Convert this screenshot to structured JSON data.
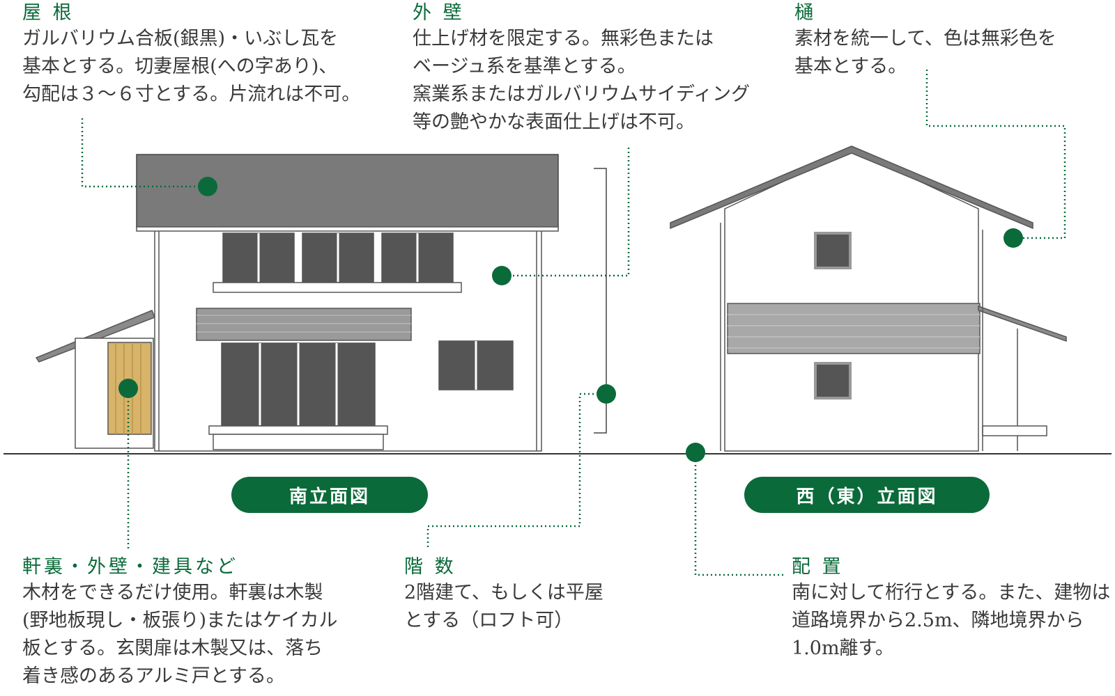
{
  "colors": {
    "accent": "#0b6a3a",
    "roof": "#7a7a7a",
    "window": "#555555",
    "wood": "#d7b46a",
    "wall": "#ffffff",
    "line": "#555555"
  },
  "labels": {
    "south": "南立面図",
    "west": "西（東）立面図"
  },
  "notes": {
    "roof": {
      "title": "屋 根",
      "lines": [
        "ガルバリウム合板(銀黒)・いぶし瓦を",
        "基本とする。切妻屋根(への字あり)、",
        "勾配は３〜６寸とする。片流れは不可。"
      ]
    },
    "wall": {
      "title": "外 壁",
      "lines": [
        "仕上げ材を限定する。無彩色または",
        "ベージュ系を基準とする。",
        "窯業系またはガルバリウムサイディング",
        "等の艶やかな表面仕上げは不可。"
      ]
    },
    "gutter": {
      "title": "樋",
      "lines": [
        "素材を統一して、色は無彩色を",
        "基本とする。"
      ]
    },
    "eaves": {
      "title": "軒裏・外壁・建具など",
      "lines": [
        "木材をできるだけ使用。軒裏は木製",
        "(野地板現し・板張り)またはケイカル",
        "板とする。玄関扉は木製又は、落ち",
        "着き感のあるアルミ戸とする。"
      ]
    },
    "floors": {
      "title": "階 数",
      "lines": [
        "2階建て、もしくは平屋",
        "とする（ロフト可）"
      ]
    },
    "layout": {
      "title": "配 置",
      "lines": [
        "南に対して桁行とする。また、建物は",
        "道路境界から2.5m、隣地境界から",
        "1.0m離す。"
      ]
    }
  }
}
